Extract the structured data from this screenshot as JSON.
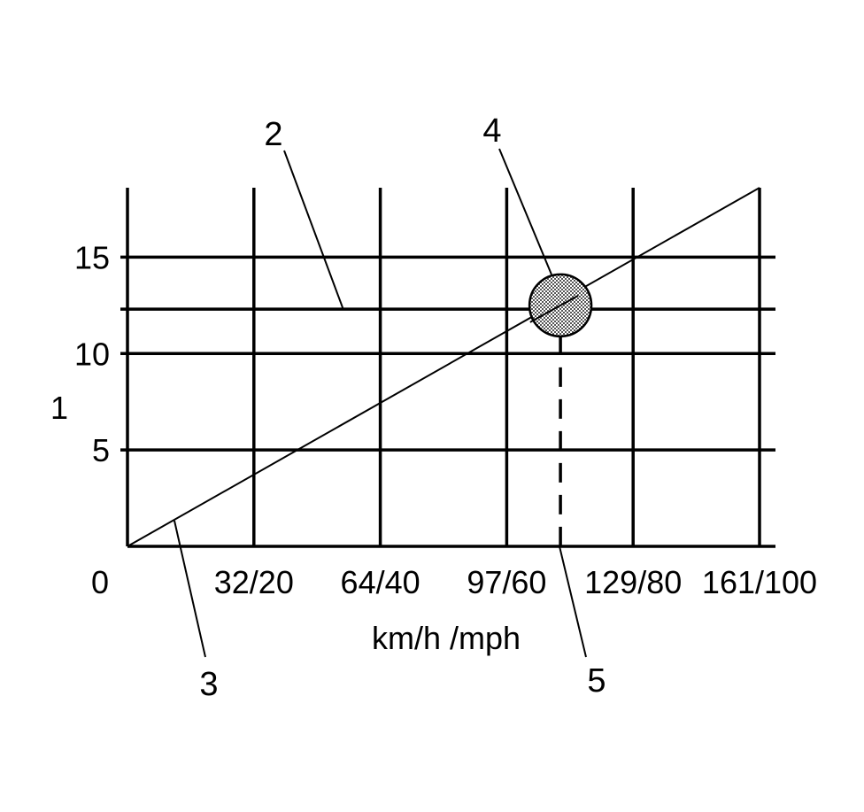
{
  "chart_data": {
    "type": "line",
    "xlabel": "km/h /mph",
    "ylabel": "1",
    "x_tick_labels": [
      "0",
      "32/20",
      "64/40",
      "97/60",
      "129/80",
      "161/100"
    ],
    "x_tick_values": [
      0,
      20,
      40,
      60,
      80,
      100
    ],
    "y_tick_labels": [
      "5",
      "10",
      "15"
    ],
    "y_tick_values": [
      5,
      10,
      15
    ],
    "xlim": [
      0,
      100
    ],
    "ylim": [
      0,
      18.6
    ],
    "grid": true,
    "series": [
      {
        "x": [
          0,
          100
        ],
        "y": [
          0,
          18.6
        ]
      }
    ],
    "reference_line_y": 12.3,
    "intersection": {
      "x": 68.5,
      "y": 12.5
    },
    "callouts": [
      "2",
      "3",
      "4",
      "5"
    ],
    "colors": {
      "line": "#000000",
      "marker_fill": "#c8c8c8",
      "background": "#ffffff"
    }
  }
}
